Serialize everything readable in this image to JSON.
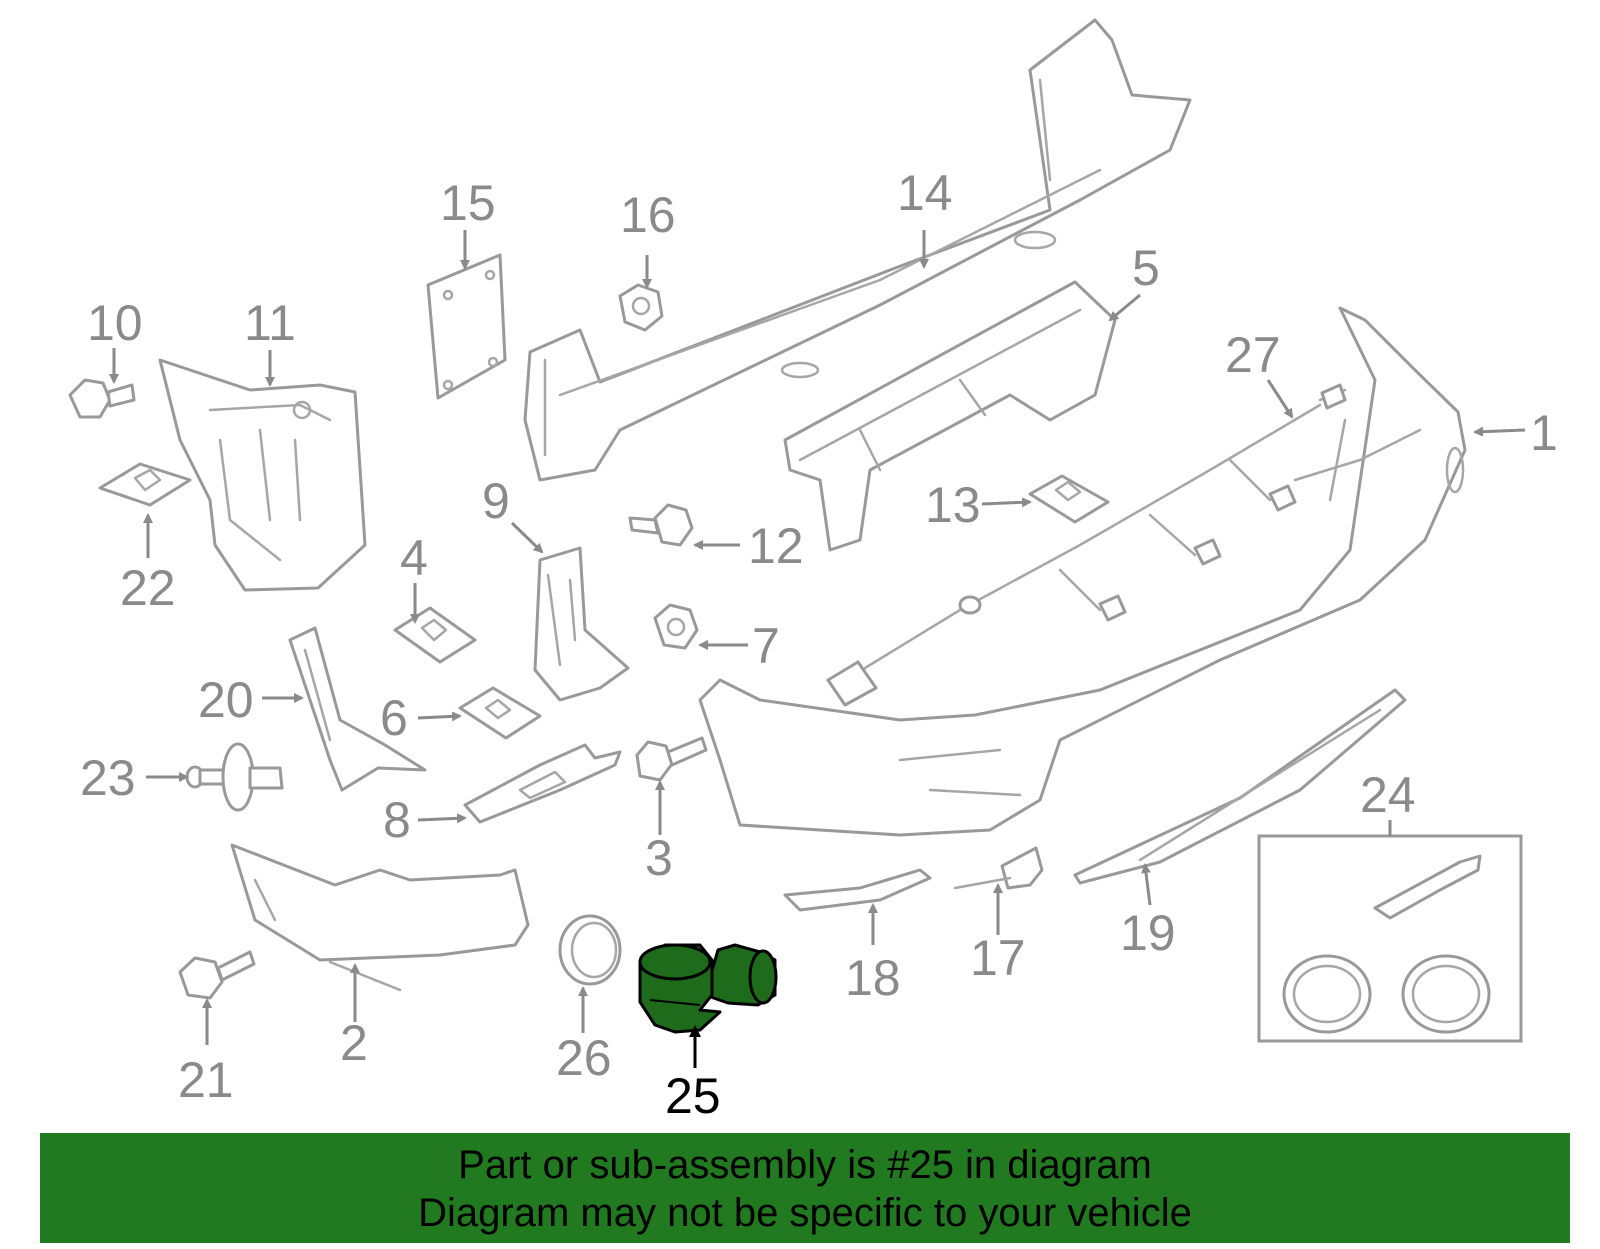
{
  "diagram": {
    "highlight_part": "25",
    "colors": {
      "part_outline": "#999999",
      "label": "#8a8a8a",
      "highlight_fill": "#1f6b1c",
      "highlight_label": "#000000",
      "banner_bg": "#217a1f"
    },
    "callouts": [
      "1",
      "2",
      "3",
      "4",
      "5",
      "6",
      "7",
      "8",
      "9",
      "10",
      "11",
      "12",
      "13",
      "14",
      "15",
      "16",
      "17",
      "18",
      "19",
      "20",
      "21",
      "22",
      "23",
      "24",
      "25",
      "26",
      "27"
    ]
  },
  "banner": {
    "line1": "Part or sub-assembly is #25 in diagram",
    "line2": "Diagram may not be specific to your vehicle"
  }
}
